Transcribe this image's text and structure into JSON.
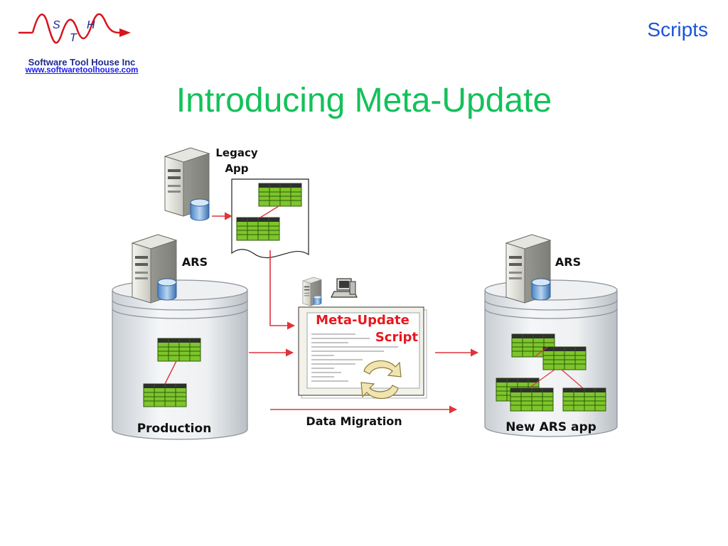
{
  "header": {
    "logo_letters": [
      "S",
      "T",
      "H"
    ],
    "company_name": "Software Tool House Inc",
    "company_url": "www.softwaretoolhouse.com",
    "section_label": "Scripts",
    "title": "Introducing Meta-Update"
  },
  "diagram": {
    "legacy_label_line1": "Legacy",
    "legacy_label_line2": "App",
    "ars_left_label": "ARS",
    "ars_right_label": "ARS",
    "production_label": "Production",
    "script_label_line1": "Meta-Update",
    "script_label_line2": "Script",
    "migration_label": "Data Migration",
    "new_app_label": "New ARS app"
  },
  "colors": {
    "title": "#13c15a",
    "section_label": "#1a55d8",
    "arrow": "#e0343a",
    "script_label": "#e8181e",
    "table_fill": "#7dc52b",
    "table_line": "#2d5a0a"
  }
}
